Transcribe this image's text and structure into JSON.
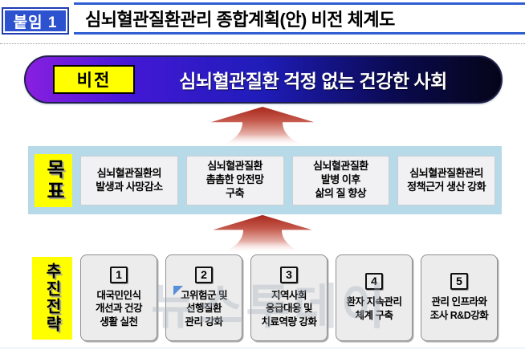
{
  "header": {
    "badge": "붙임 1",
    "title": "심뇌혈관질환관리 종합계획(안) 비전 체계도"
  },
  "vision": {
    "label": "비전",
    "text": "심뇌혈관질환 걱정 없는 건강한 사회"
  },
  "goals": {
    "label": "목표",
    "items": [
      "심뇌혈관질환의\n발생과 사망감소",
      "심뇌혈관질환\n촘촘한 안전망\n구축",
      "심뇌혈관질환\n발병 이후\n삶의 질 향상",
      "심뇌혈관질환관리\n정책근거 생산 강화"
    ]
  },
  "strategies": {
    "label": "추진전략",
    "items": [
      {
        "number": "1",
        "text": "대국민인식\n개선과 건강\n생활 실천"
      },
      {
        "number": "2",
        "text": "고위험군 및\n선행질환\n관리 강화"
      },
      {
        "number": "3",
        "text": "지역사회\n응급대응 및\n치료역량 강화"
      },
      {
        "number": "4",
        "text": "환자 지속관리\n체계 구축"
      },
      {
        "number": "5",
        "text": "관리 인프라와\n조사 R&D강화"
      }
    ]
  },
  "watermark": {
    "text": "뉴스투데이"
  },
  "colors": {
    "accent_blue": "#2e5ed2",
    "badge_blue": "#2c52d0",
    "highlight_yellow": "#ffff00",
    "band_blue": "#b7dae8",
    "arrow_red": "#a8281c",
    "vision_gradient_start": "#8a1fe0",
    "vision_gradient_end": "#050518"
  }
}
